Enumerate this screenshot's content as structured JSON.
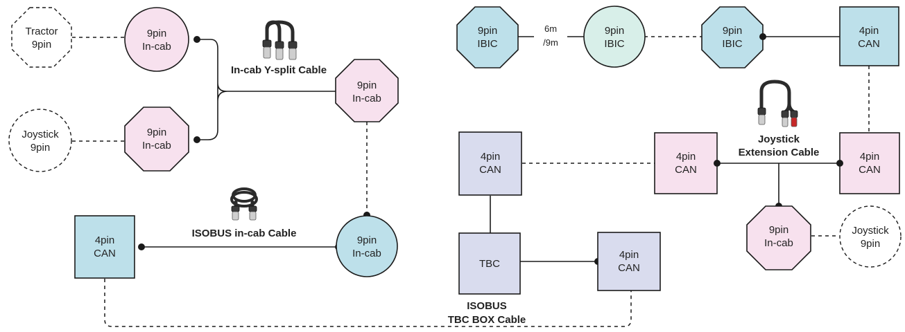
{
  "colors": {
    "pink": "#f7e1ee",
    "blue": "#bde0ea",
    "mint": "#d8efe9",
    "lavender": "#d9dcee",
    "line": "#1a1a1a"
  },
  "nodes": {
    "tractor": [
      "Tractor",
      "9pin"
    ],
    "incab_top": [
      "9pin",
      "In-cab"
    ],
    "joystick_left": [
      "Joystick",
      "9pin"
    ],
    "incab_mid": [
      "9pin",
      "In-cab"
    ],
    "incab_oct_right": [
      "9pin",
      "In-cab"
    ],
    "can_left": [
      "4pin",
      "CAN"
    ],
    "incab_circle_blue": [
      "9pin",
      "In-cab"
    ],
    "ibic_left": [
      "9pin",
      "IBIC"
    ],
    "ibic_mid": [
      "9pin",
      "IBIC"
    ],
    "ibic_right": [
      "9pin",
      "IBIC"
    ],
    "can_top_right": [
      "4pin",
      "CAN"
    ],
    "can_center": [
      "4pin",
      "CAN"
    ],
    "can_pink_mid": [
      "4pin",
      "CAN"
    ],
    "can_right_pink": [
      "4pin",
      "CAN"
    ],
    "incab_oct_bottom_right": [
      "9pin",
      "In-cab"
    ],
    "joystick_right": [
      "Joystick",
      "9pin"
    ],
    "tbc": [
      "TBC"
    ],
    "can_tbc": [
      "4pin",
      "CAN"
    ]
  },
  "labels": {
    "y_split": "In-cab Y-split Cable",
    "isobus_incab": "ISOBUS in-cab Cable",
    "joystick_ext": [
      "Joystick",
      "Extension Cable"
    ],
    "tbc_box": [
      "ISOBUS",
      "TBC BOX Cable"
    ],
    "length": [
      "6m",
      "/9m"
    ]
  },
  "icons": [
    "y-split-cable-icon",
    "isobus-coiled-cable-icon",
    "joystick-extension-cable-icon"
  ]
}
